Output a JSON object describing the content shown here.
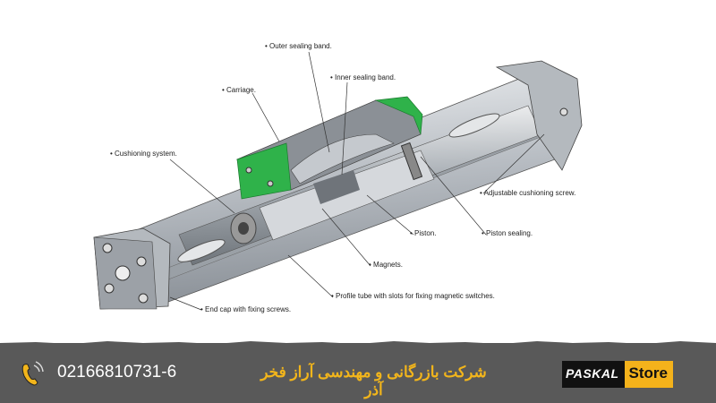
{
  "diagram": {
    "labels": {
      "outer_sealing_band": "Outer sealing band.",
      "inner_sealing_band": "Inner sealing band.",
      "carriage": "Carriage.",
      "cushioning_system": "Cushioning system.",
      "adjustable_cushioning_screw": "Adjustable cushioning screw.",
      "piston": "Piston.",
      "piston_sealing": "Piston sealing.",
      "magnets": "Magnets.",
      "profile_tube": "Profile tube with slots for fixing magnetic switches.",
      "end_cap": "End cap with fixing screws."
    },
    "colors": {
      "carriage_end": "#2fb24a",
      "metal": "#c9cdd2",
      "dark_metal": "#7d8288"
    }
  },
  "footer": {
    "phone_icon": "phone-ringing-icon",
    "phone": "02166810731-6",
    "company_name": "شرکت بازرگانی و مهندسی آراز فخر آذر",
    "logo_left": "PASKAL",
    "logo_right": "Store",
    "colors": {
      "background": "#595959",
      "accent": "#f2b51b"
    }
  }
}
